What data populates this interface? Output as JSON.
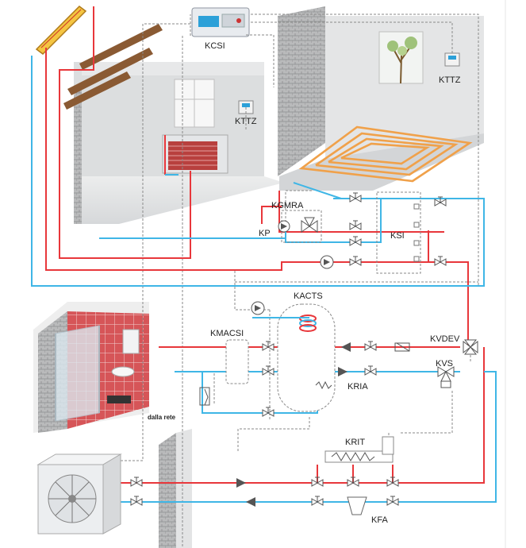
{
  "labels": {
    "kcsi": "KCSI",
    "kttz_room": "KTTZ",
    "kttz_bedroom": "KTTZ",
    "kgmra": "KGMRA",
    "kp": "KP",
    "ksi": "KSI",
    "kacts": "KACTS",
    "kmacsi": "KMACSI",
    "kvdev": "KVDEV",
    "kvs": "KVS",
    "kria": "KRIA",
    "krit": "KRIT",
    "kfa": "KFA",
    "dalla_rete": "dalla rete"
  },
  "colors": {
    "hot": "#e8373b",
    "cold": "#3fb6e6",
    "control": "#8a8a8a",
    "floor_heating": "#f0a14a",
    "tile": "#d9575a",
    "wall": "#e9e9ea",
    "wall_dark": "#cfd1d3"
  }
}
